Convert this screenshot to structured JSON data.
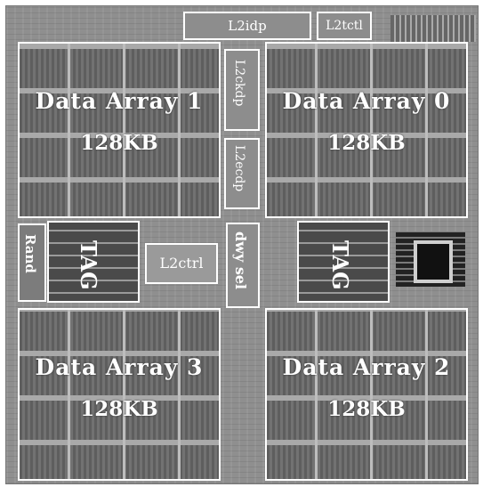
{
  "arrays": [
    {
      "id": "1",
      "title": "Data Array 1",
      "size": "128KB"
    },
    {
      "id": "0",
      "title": "Data Array 0",
      "size": "128KB"
    },
    {
      "id": "3",
      "title": "Data Array 3",
      "size": "128KB"
    },
    {
      "id": "2",
      "title": "Data Array 2",
      "size": "128KB"
    }
  ],
  "blocks": {
    "l2idp": "L2idp",
    "l2tctl": "L2tctl",
    "l2ckdp": "L2ckdp",
    "l2ecdp": "L2ecdp",
    "rand": "Rand",
    "tag_left": "TAG",
    "tag_right": "TAG",
    "l2ctrl": "L2ctrl",
    "dwysel": "dwy sel"
  }
}
